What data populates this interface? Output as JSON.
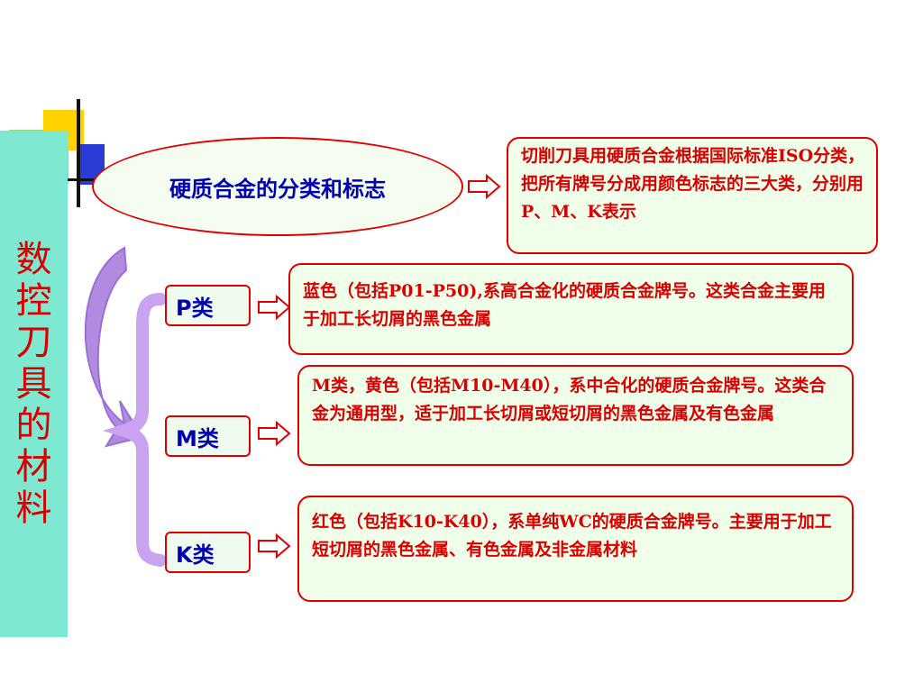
{
  "side_title": [
    "数",
    "控",
    "刀",
    "具",
    "的",
    "材",
    "料"
  ],
  "topic": "硬质合金的分类和标志",
  "topic_note": "切削刀具用硬质合金根据国际标准ISO分类，把所有牌号分成用颜色标志的三大类，分别用P、M、K表示",
  "categories": [
    {
      "label": "P类",
      "desc": "蓝色（包括P01-P50),系高合金化的硬质合金牌号。这类合金主要用于加工长切屑的黑色金属"
    },
    {
      "label": "M类",
      "desc": "M类，黄色（包括M10-M40），系中合化的硬质合金牌号。这类合金为通用型，适于加工长切屑或短切屑的黑色金属及有色金属"
    },
    {
      "label": "K类",
      "desc": "红色（包括K10-K40），系单纯WC的硬质合金牌号。主要用于加工短切屑的黑色金属、有色金属及非金属材料"
    }
  ],
  "colors": {
    "accent_red": "#e00000",
    "text_blue": "#0000b0",
    "side_bar": "#7fe8d0",
    "brace_purple": "#c9a3f0"
  }
}
